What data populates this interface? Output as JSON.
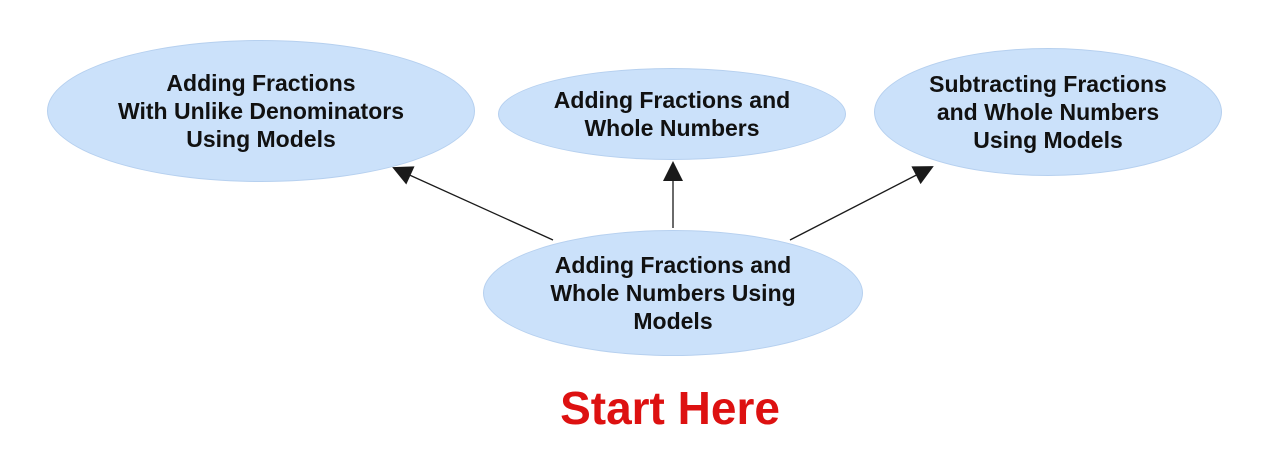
{
  "diagram": {
    "nodes": [
      {
        "id": "adding-fractions-unlike-denominators",
        "label": "Adding Fractions\nWith Unlike Denominators\nUsing Models"
      },
      {
        "id": "adding-fractions-and-whole-numbers",
        "label": "Adding Fractions and\nWhole Numbers"
      },
      {
        "id": "subtracting-fractions-and-whole-numbers",
        "label": "Subtracting Fractions\nand Whole Numbers\nUsing Models"
      },
      {
        "id": "adding-fractions-and-whole-numbers-using-models",
        "label": "Adding Fractions and\nWhole Numbers Using\nModels"
      }
    ],
    "start_label": "Start Here",
    "colors": {
      "node_fill": "#cbe1fa",
      "node_border": "#b6d0ef",
      "text": "#111111",
      "start": "#dd1111",
      "arrow": "#1a1a1a",
      "background": "#ffffff"
    }
  }
}
